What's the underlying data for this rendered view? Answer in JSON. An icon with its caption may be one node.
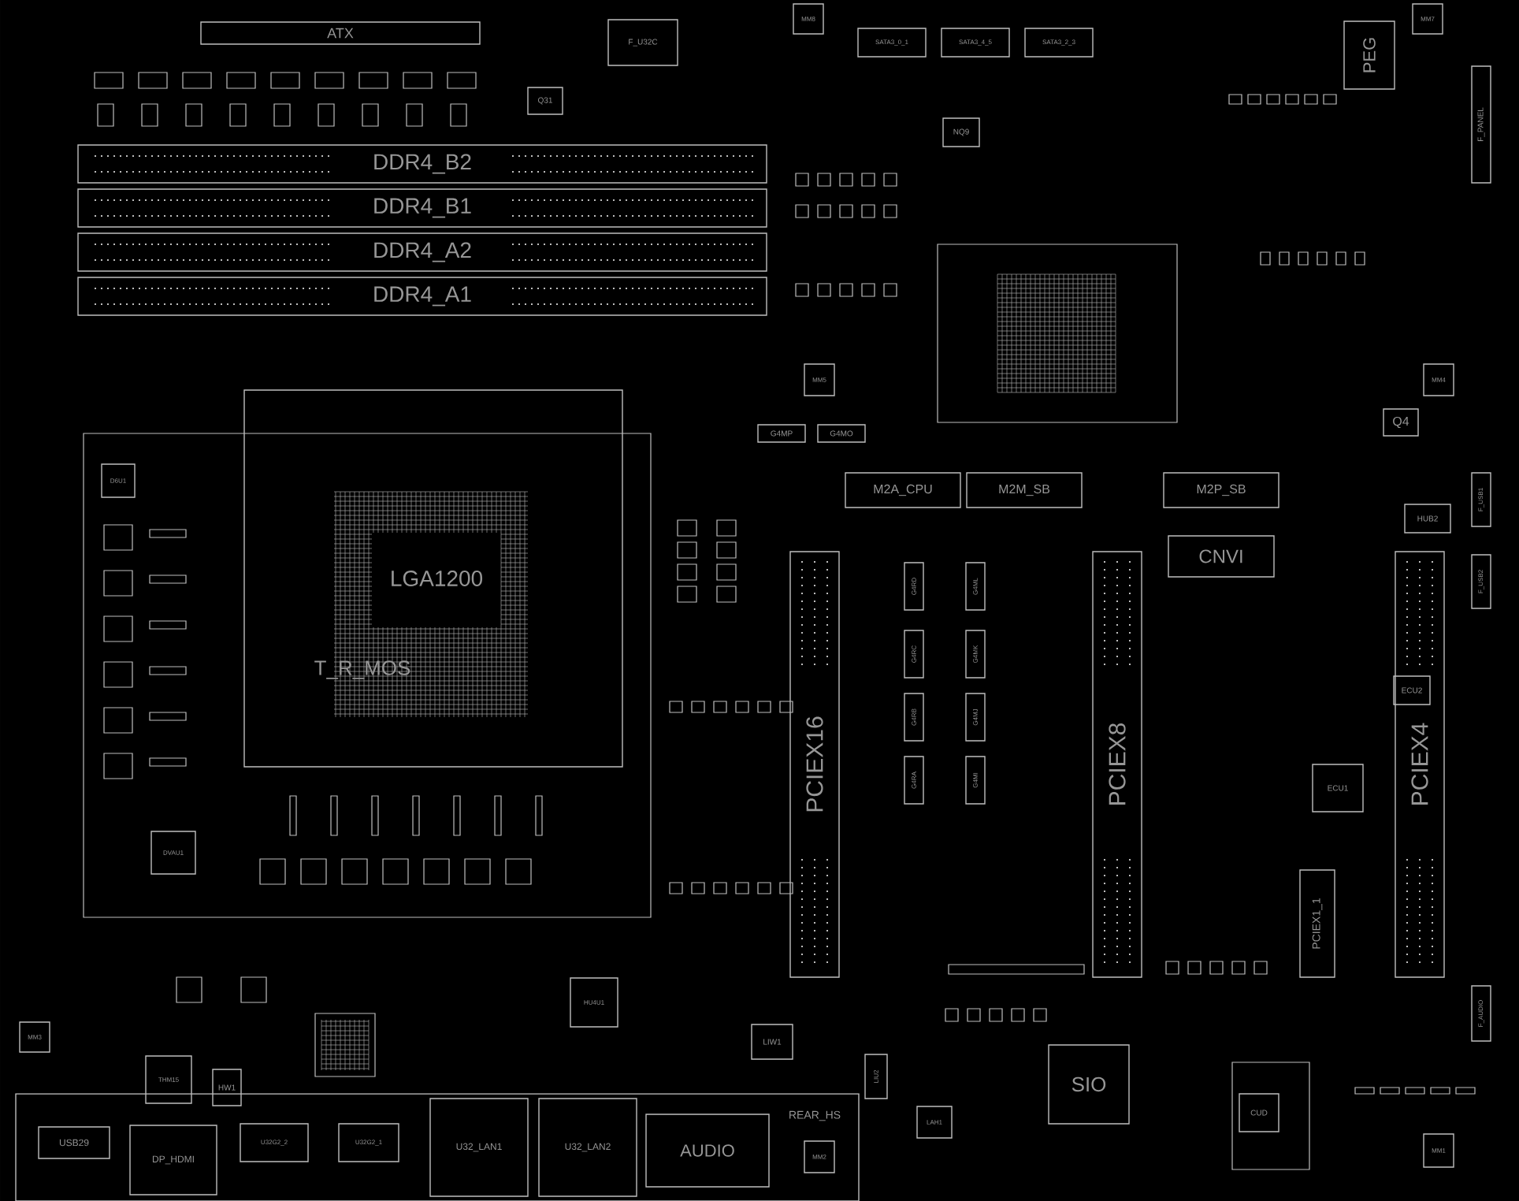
{
  "diagram": {
    "nodes": [
      {
        "text": [
          "ATX"
        ]
      },
      {
        "text": [
          "F_U32C"
        ]
      },
      {
        "text": [
          "Q31"
        ]
      },
      {
        "text": [
          "DDR4_B2"
        ]
      },
      {
        "text": [
          "DDR4_B1"
        ]
      },
      {
        "text": [
          "DDR4_A2"
        ]
      },
      {
        "text": [
          "DDR4_A1"
        ]
      },
      {
        "text": [
          "SATA3_0_1"
        ]
      },
      {
        "text": [
          "SATA3_4_5"
        ]
      },
      {
        "text": [
          "SATA3_2_3"
        ]
      },
      {
        "text": [
          "NQ9"
        ]
      },
      {
        "text": [
          "PEG"
        ]
      },
      {
        "text": [
          "F_PANEL"
        ]
      },
      {
        "text": [
          "MM4"
        ]
      },
      {
        "text": [
          "Q4"
        ]
      },
      {
        "text": [
          "MM5"
        ]
      },
      {
        "text": [
          "G4MP"
        ]
      },
      {
        "text": [
          "G4MO"
        ]
      },
      {
        "text": [
          "LGA1200"
        ]
      },
      {
        "text": [
          "D6U1"
        ]
      },
      {
        "text": [
          "DVAU1"
        ]
      },
      {
        "text": [
          "M2A_CPU"
        ]
      },
      {
        "text": [
          "M2M_SB"
        ]
      },
      {
        "text": [
          "M2P_SB"
        ]
      },
      {
        "text": [
          "CNVI"
        ]
      },
      {
        "text": [
          "HUB2"
        ]
      },
      {
        "text": [
          "F_USB1"
        ]
      },
      {
        "text": [
          "F_USB2"
        ]
      },
      {
        "text": [
          "ECU2"
        ],
        "in": 32
      },
      {
        "text": [
          "ECU1"
        ]
      },
      {
        "text": [
          "PCIEX16"
        ]
      },
      {
        "text": [
          "PCIEX8"
        ]
      },
      {
        "text": [
          "PCIEX4"
        ]
      },
      {
        "text": [
          "PCIEX1_1"
        ]
      },
      {
        "text": [
          "G4RD"
        ]
      },
      {
        "text": [
          "G4RC"
        ]
      },
      {
        "text": [
          "G4RB"
        ]
      },
      {
        "text": [
          "G4RA"
        ]
      },
      {
        "text": [
          "G4ML"
        ]
      },
      {
        "text": [
          "G4MK"
        ]
      },
      {
        "text": [
          "G4MJ"
        ]
      },
      {
        "text": [
          "G4MI"
        ]
      },
      {
        "text": [
          "REAR_HS"
        ]
      },
      {
        "text": [
          "USB29"
        ],
        "in": 42
      },
      {
        "text": [
          "DP_HDMI"
        ],
        "in": 42
      },
      {
        "text": [
          "U32G2_2"
        ],
        "in": 42
      },
      {
        "text": [
          "U32G2_1"
        ],
        "in": 42
      },
      {
        "text": [
          "U32_LAN1"
        ],
        "in": 42
      },
      {
        "text": [
          "U32_LAN2"
        ],
        "in": 42
      },
      {
        "text": [
          "AUDIO"
        ],
        "in": 42
      },
      {
        "text": [
          "THM15"
        ]
      },
      {
        "text": [
          "HW1"
        ]
      },
      {
        "text": [
          "HU4U1"
        ]
      },
      {
        "text": [
          "LIW1"
        ]
      },
      {
        "text": [
          "LIU2"
        ]
      },
      {
        "text": [
          "LAH1"
        ]
      },
      {
        "text": [
          "SIO"
        ]
      },
      {
        "text": [
          "CUD"
        ]
      },
      {
        "text": [
          "MM2"
        ],
        "in": 42
      },
      {
        "text": [
          "MM1"
        ]
      },
      {
        "text": [
          "MM3"
        ]
      },
      {
        "text": [
          "F_AUDIO"
        ]
      },
      {
        "text": [
          "MM8"
        ]
      },
      {
        "text": [
          "MM7"
        ]
      }
    ],
    "labels": [
      "T_R_MOS"
    ]
  }
}
